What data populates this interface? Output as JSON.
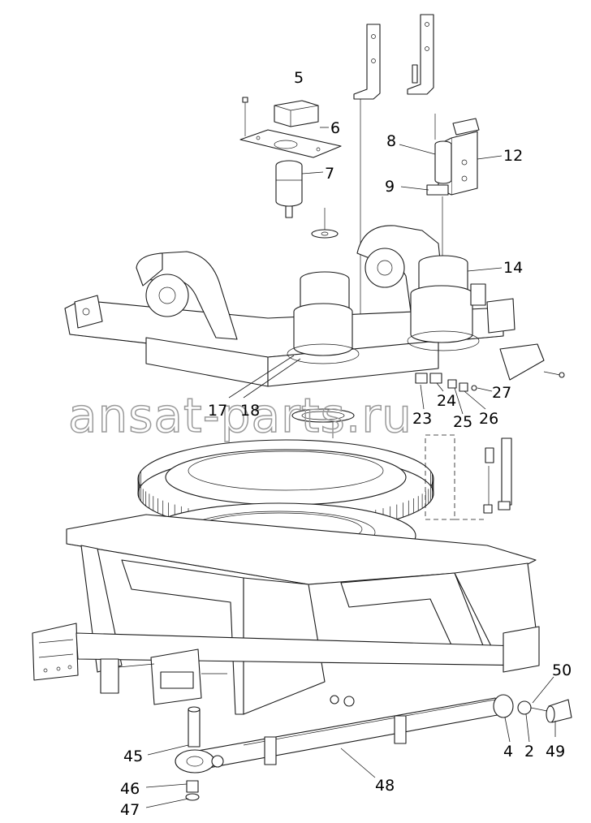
{
  "watermark": "ansat-parts.ru",
  "callouts": [
    {
      "id": "c5",
      "label": "5"
    },
    {
      "id": "c6",
      "label": "6"
    },
    {
      "id": "c7",
      "label": "7"
    },
    {
      "id": "c8",
      "label": "8"
    },
    {
      "id": "c9",
      "label": "9"
    },
    {
      "id": "c12",
      "label": "12"
    },
    {
      "id": "c14",
      "label": "14"
    },
    {
      "id": "c17",
      "label": "17"
    },
    {
      "id": "c18",
      "label": "18"
    },
    {
      "id": "c23",
      "label": "23"
    },
    {
      "id": "c24",
      "label": "24"
    },
    {
      "id": "c25",
      "label": "25"
    },
    {
      "id": "c26",
      "label": "26"
    },
    {
      "id": "c27",
      "label": "27"
    },
    {
      "id": "c45",
      "label": "45"
    },
    {
      "id": "c46",
      "label": "46"
    },
    {
      "id": "c47",
      "label": "47"
    },
    {
      "id": "c48",
      "label": "48"
    },
    {
      "id": "c50",
      "label": "50"
    },
    {
      "id": "c4",
      "label": "4"
    },
    {
      "id": "c2",
      "label": "2"
    },
    {
      "id": "c49",
      "label": "49"
    }
  ]
}
